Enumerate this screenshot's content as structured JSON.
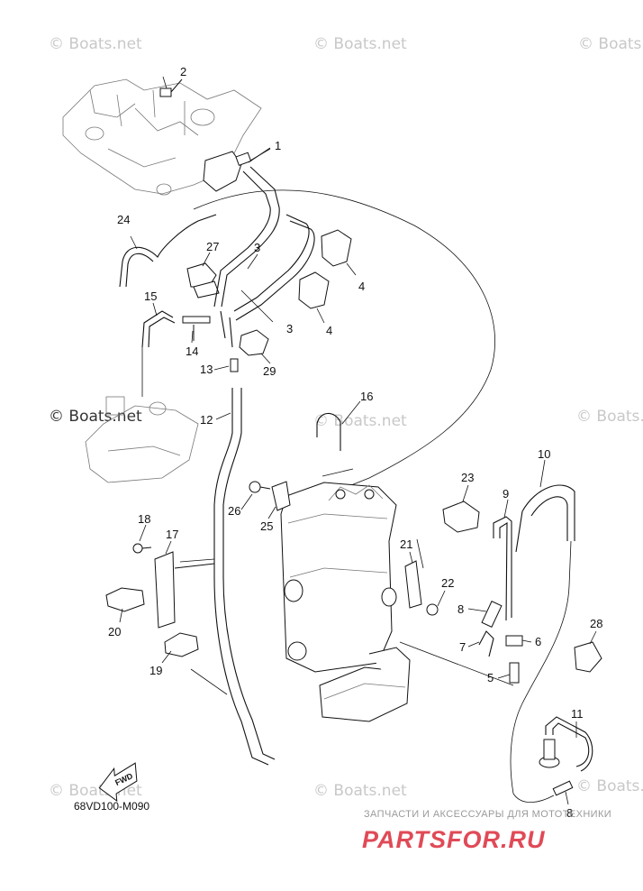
{
  "watermarks": [
    "© Boats.net",
    "© Boats.net",
    "© Boats",
    "© Boats.net",
    "© Boats.net",
    "© Boats.net",
    "© Boats.net",
    "© Boats.net",
    "© Boats.net"
  ],
  "diagram_code": "68VD100-M090",
  "fwd_label": "FWD",
  "parts_site": {
    "tagline": "ЗАПЧАСТИ И АКСЕССУАРЫ ДЛЯ МОТОТЕХНИКИ",
    "logo": "PARTSFOR.RU",
    "logo_color": "#e04a57"
  },
  "callouts": [
    "1",
    "2",
    "3",
    "3",
    "4",
    "4",
    "5",
    "6",
    "7",
    "8",
    "8",
    "9",
    "10",
    "11",
    "12",
    "13",
    "14",
    "15",
    "16",
    "17",
    "18",
    "19",
    "20",
    "21",
    "22",
    "23",
    "24",
    "25",
    "26",
    "27",
    "28",
    "29"
  ]
}
